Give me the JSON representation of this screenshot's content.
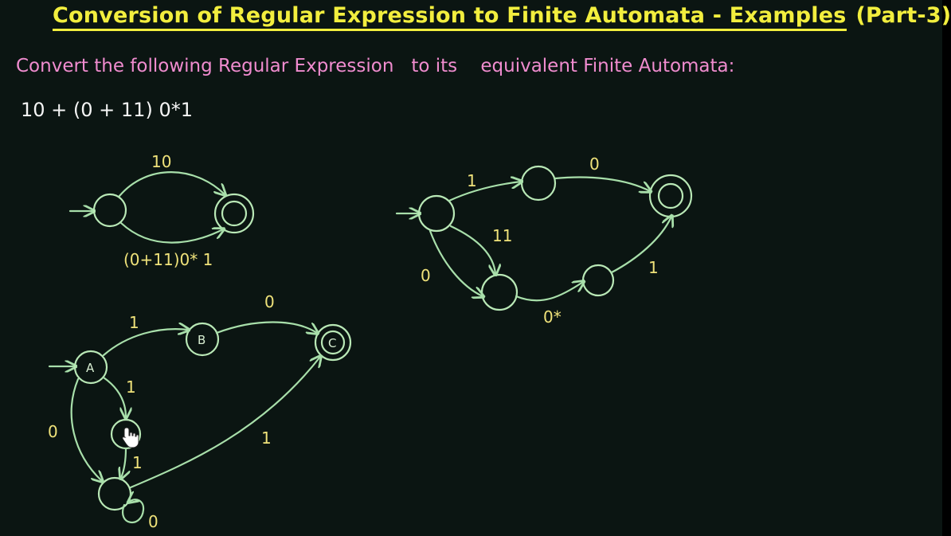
{
  "header": {
    "title": "Conversion of Regular Expression to Finite Automata - Examples",
    "part": "(Part-3)"
  },
  "problem": {
    "instruction": "Convert the following Regular Expression   to its    equivalent Finite Automata:",
    "expression": "10 + (0 + 11) 0*1"
  },
  "diagram1": {
    "edge_top": "10",
    "edge_bottom": "(0+11)0* 1"
  },
  "diagram2": {
    "edge_start_top": "1",
    "edge_top_final": "0",
    "edge_start_down": "11",
    "edge_start_lower": "0",
    "edge_lower_mid": "0*",
    "edge_mid_final": "1"
  },
  "diagram3": {
    "state_a": "A",
    "state_b": "B",
    "state_c": "C",
    "edge_a_b": "1",
    "edge_b_c": "0",
    "edge_a_mid": "1",
    "edge_a_low": "0",
    "edge_mid_low": "1",
    "edge_low_c": "1",
    "self_loop": "0"
  },
  "colors": {
    "title": "#f2ee3e",
    "instruction": "#f08ccf",
    "expression": "#f5f5f5",
    "edges": "#a8dfaa",
    "labels": "#efe27a",
    "background": "#0b1512"
  }
}
